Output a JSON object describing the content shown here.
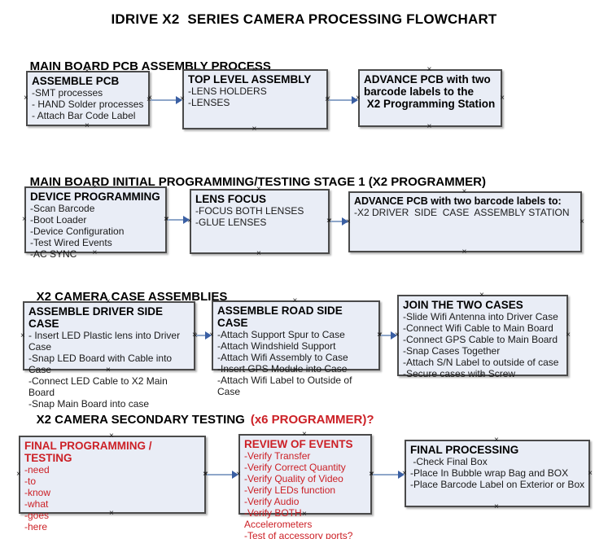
{
  "title": "IDRIVE X2  SERIES CAMERA PROCESSING FLOWCHART",
  "glyphs": {
    "handle": "×"
  },
  "colors": {
    "box_fill": "#e9edf6",
    "box_border": "#4a4a4a",
    "red_accent": "#cc2026",
    "arrow_shaft": "#8ea6c9",
    "arrow_head": "#3a5fa3",
    "background": "#ffffff",
    "text": "#000000"
  },
  "sections": [
    {
      "heading": "MAIN BOARD PCB ASSEMBLY PROCESS",
      "boxes": [
        {
          "title": "ASSEMBLE PCB",
          "items": [
            "-SMT processes",
            "- HAND Solder processes",
            "- Attach Bar Code Label"
          ]
        },
        {
          "title": "TOP LEVEL ASSEMBLY",
          "items": [
            "-LENS HOLDERS",
            "-LENSES"
          ]
        },
        {
          "title": "ADVANCE PCB with two\nbarcode labels to the\n X2 Programming Station",
          "items": []
        }
      ]
    },
    {
      "heading": "MAIN BOARD INITIAL PROGRAMMING/TESTING STAGE 1 (X2 PROGRAMMER)",
      "boxes": [
        {
          "title": "DEVICE PROGRAMMING",
          "items": [
            "-Scan Barcode",
            "-Boot Loader",
            "-Device Configuration",
            "-Test Wired Events",
            "-AC SYNC"
          ]
        },
        {
          "title": "LENS FOCUS",
          "items": [
            "-FOCUS BOTH LENSES",
            "-GLUE LENSES"
          ]
        },
        {
          "title": "ADVANCE PCB with two barcode labels to:",
          "items": [
            "-X2 DRIVER  SIDE  CASE  ASSEMBLY STATION"
          ]
        }
      ]
    },
    {
      "heading": "X2 CAMERA CASE ASSEMBLIES",
      "boxes": [
        {
          "title": "ASSEMBLE DRIVER SIDE CASE",
          "items": [
            "- Insert LED Plastic lens into Driver Case",
            "-Snap LED Board with Cable into Case",
            "-Connect LED Cable to X2 Main Board",
            "-Snap Main Board into case"
          ]
        },
        {
          "title": "ASSEMBLE ROAD SIDE CASE",
          "items": [
            "-Attach Support Spur to Case",
            "-Attach Windshield Support",
            "-Attach Wifi Assembly to Case",
            "-Insert GPS Module into Case",
            "-Attach Wifi Label to Outside of Case"
          ]
        },
        {
          "title": "JOIN THE TWO CASES",
          "items": [
            "-Slide Wifi Antenna into Driver Case",
            "-Connect Wifi Cable to Main Board",
            "-Connect GPS Cable to Main Board",
            "-Snap Cases Together",
            "-Attach S/N Label to outside of case",
            "-Secure cases with Screw"
          ]
        }
      ]
    },
    {
      "heading": "X2 CAMERA SECONDARY TESTING",
      "heading_suffix": "(x6 PROGRAMMER)?",
      "boxes": [
        {
          "title": "FINAL PROGRAMMING / TESTING",
          "items": [
            "-need",
            "-to",
            "-know",
            "-what",
            "-goes",
            "-here"
          ]
        },
        {
          "title": "REVIEW OF EVENTS",
          "items": [
            "-Verify Transfer",
            "-Verify Correct Quantity",
            "-Verify Quality of Video",
            "-Verify LEDs function",
            "-Verify Audio",
            "-Verify BOTH Accelerometers",
            "-Test of accessory ports?"
          ]
        },
        {
          "title": "FINAL PROCESSING",
          "items": [
            " -Check Final Box",
            "-Place In Bubble wrap Bag and BOX",
            "-Place Barcode Label on Exterior or Box"
          ]
        }
      ]
    }
  ]
}
